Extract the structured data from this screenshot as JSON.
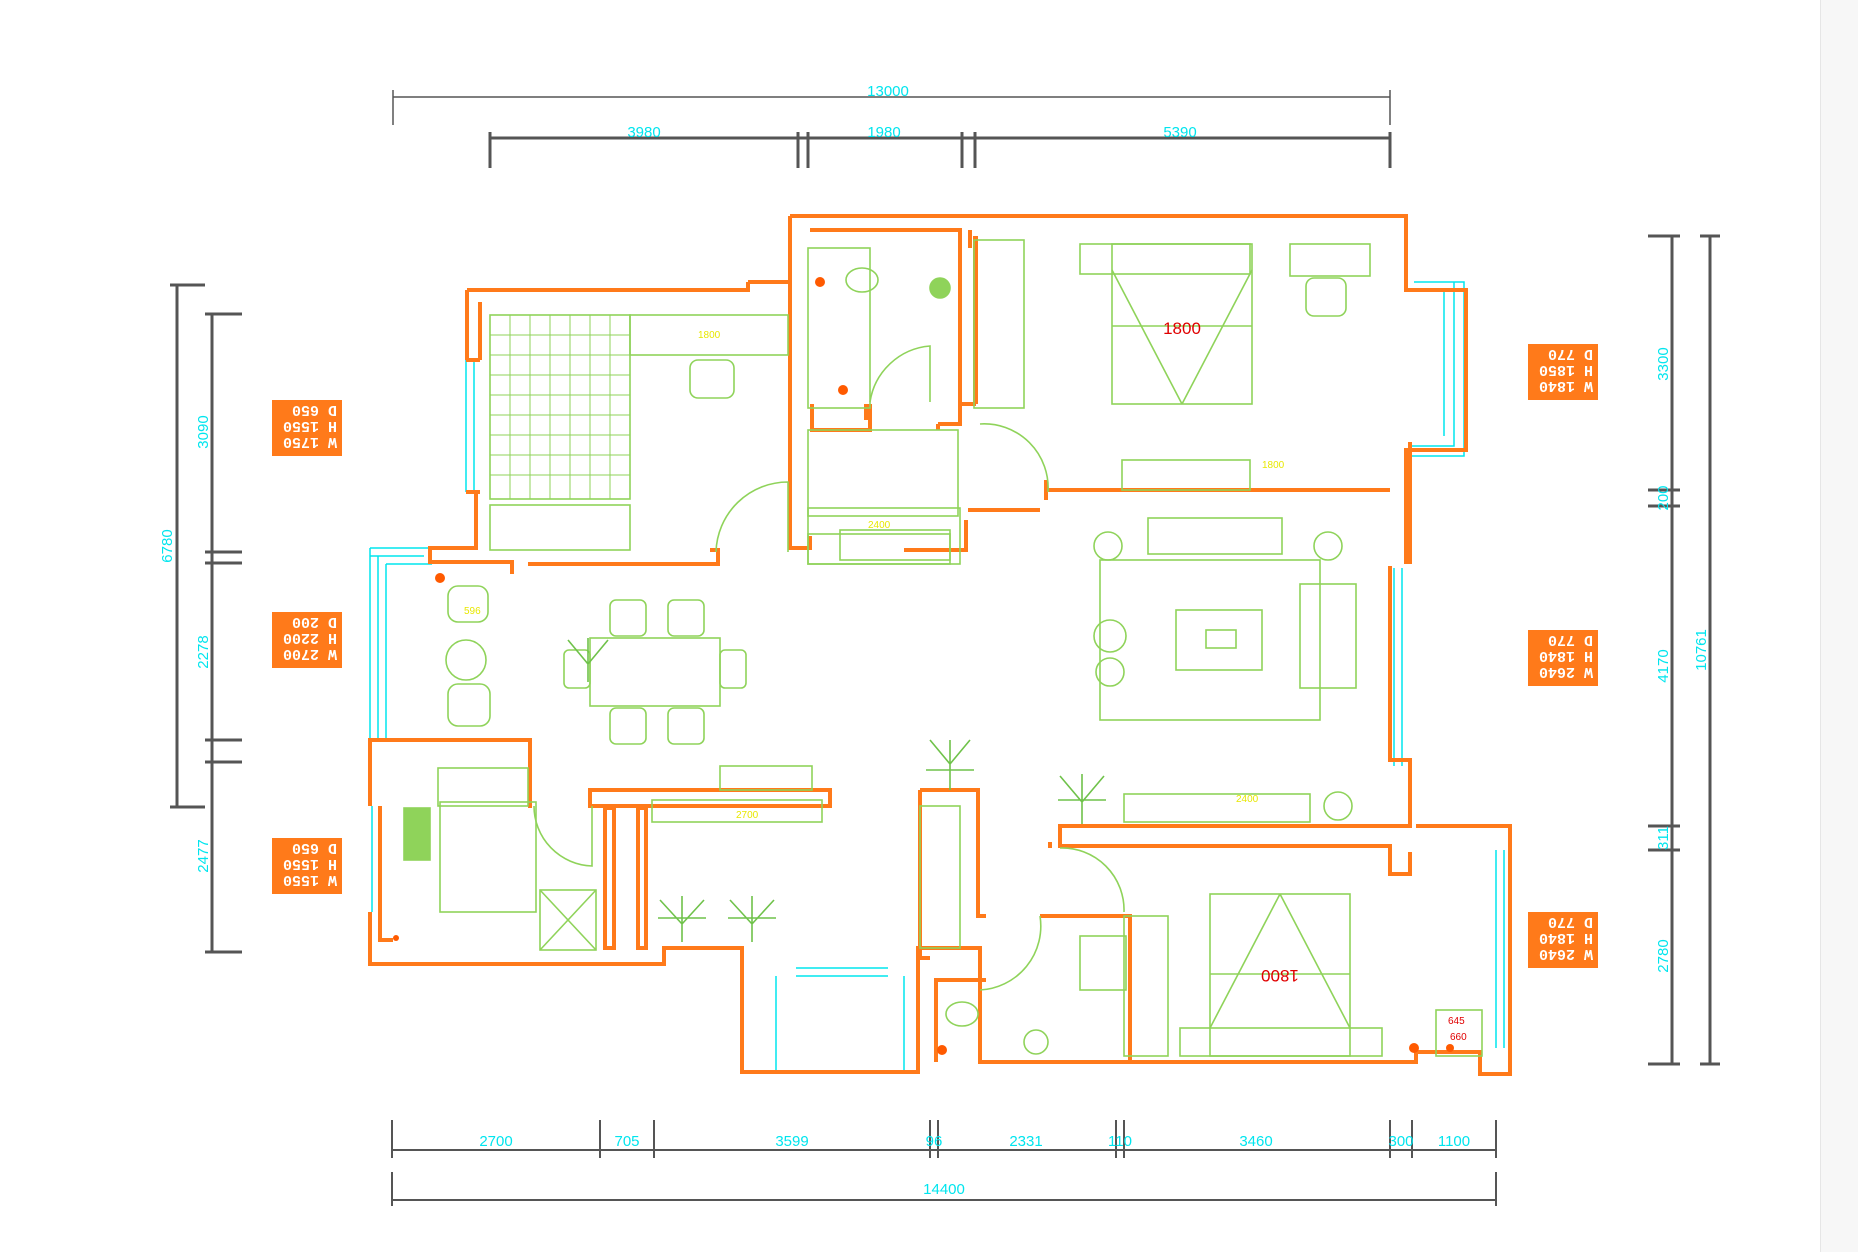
{
  "drawing": {
    "dims_top": {
      "overall": "13000",
      "segments": [
        "3980",
        "1980",
        "5390"
      ]
    },
    "dims_bottom": {
      "overall": "14400",
      "segments": [
        "2700",
        "705",
        "3599",
        "96",
        "2331",
        "110",
        "3460",
        "300",
        "1100"
      ]
    },
    "dims_left": {
      "overall": "6780",
      "segments": [
        "3090",
        "2278",
        "2477"
      ]
    },
    "dims_right": {
      "overall": "10761",
      "segments": [
        "3300",
        "200",
        "4170",
        "311",
        "2780"
      ]
    },
    "bed_labels": [
      "1800",
      "1800"
    ],
    "window_tags": {
      "left": [
        [
          "W 1750",
          "H 1550",
          "D 650"
        ],
        [
          "W 2700",
          "H 2200",
          "D 200"
        ],
        [
          "W 1550",
          "H 1550",
          "D 650"
        ]
      ],
      "right": [
        [
          "W 1840",
          "H 1850",
          "D 770"
        ],
        [
          "W 2640",
          "H 1840",
          "D 770"
        ],
        [
          "W 2640",
          "H 1840",
          "D 770"
        ]
      ]
    },
    "furniture_labels": {
      "wardrobe": "1800",
      "tv_cabinet": "2400",
      "fridge": "645",
      "fridge_depth": "660"
    }
  }
}
